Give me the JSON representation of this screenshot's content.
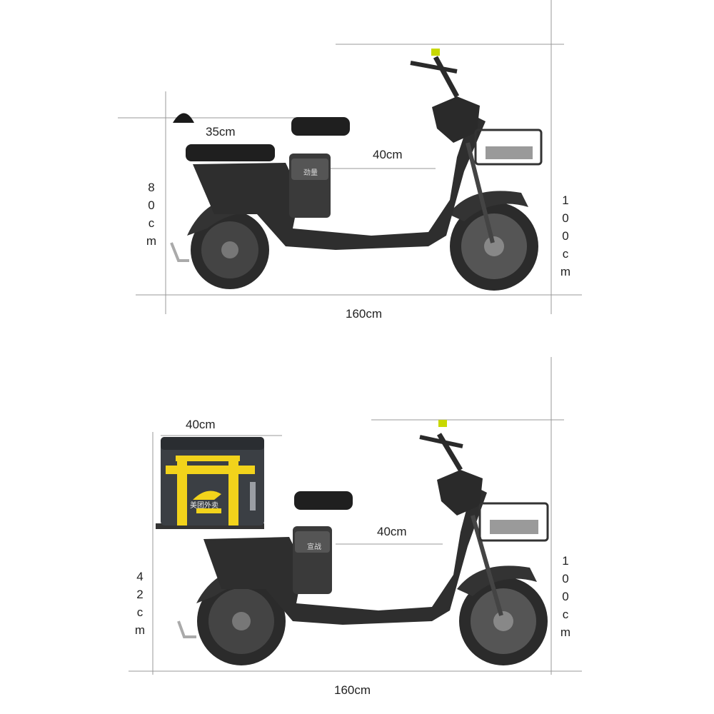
{
  "top_diagram": {
    "dimensions": {
      "seat_length": "35cm",
      "floor_length": "40cm",
      "seat_height": "80cm",
      "total_height": "100cm",
      "total_length": "160cm"
    },
    "battery_label": "劲量"
  },
  "bottom_diagram": {
    "dimensions": {
      "box_width": "40cm",
      "floor_length": "40cm",
      "rack_height": "42cm",
      "total_height": "100cm",
      "total_length": "160cm"
    },
    "battery_label": "宣战",
    "delivery_box_text": "美团外卖"
  }
}
